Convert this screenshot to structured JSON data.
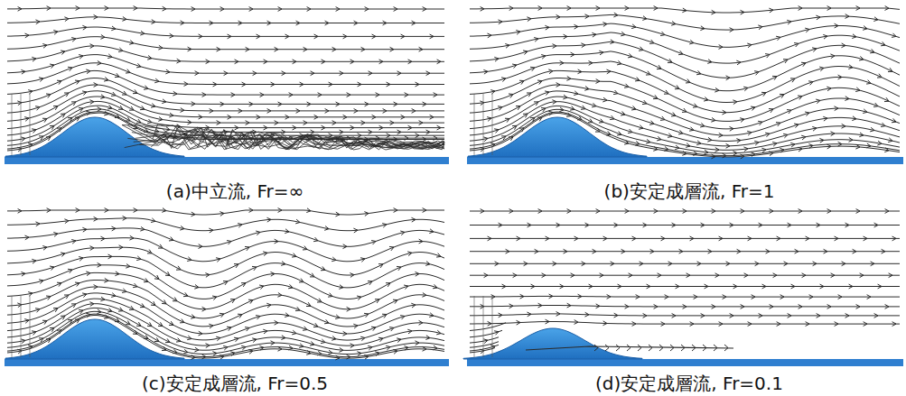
{
  "diagram": {
    "labels": [
      "(a)中立流, Fr=∞",
      "(b)安定成層流, Fr=1",
      "(c)安定成層流, Fr=0.5",
      "(d)安定成層流, Fr=0.1"
    ]
  }
}
